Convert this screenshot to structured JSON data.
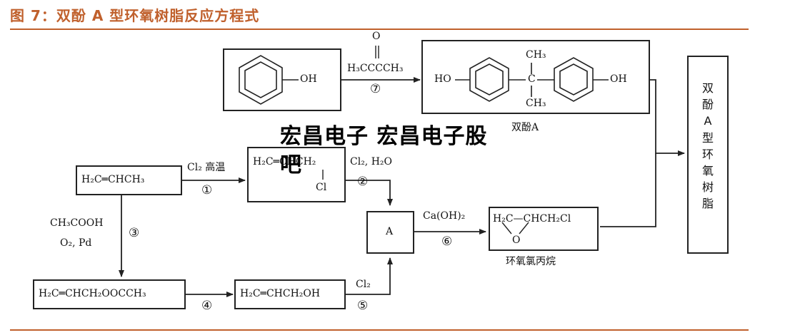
{
  "figure": {
    "title": "图 7：双酚 A 型环氧树脂反应方程式"
  },
  "compounds": {
    "phenol_oh": "OH",
    "acetone_o": "O",
    "acetone_formula": "H₃CCCCH₃",
    "bpa_ch3_top": "CH₃",
    "bpa_ch3_bottom": "CH₃",
    "bpa_c": "C",
    "bpa_ho": "HO",
    "bpa_oh": "OH",
    "bpa_name": "双酚A",
    "propene": "H₂C═CHCH₃",
    "allyl_chloride_top": "H₂C═CHCH₂",
    "allyl_chloride_cl": "Cl",
    "reagent_a": "A",
    "epichlorohydrin": "H₂C—CHCH₂Cl",
    "epoxide_o": "O",
    "epichlorohydrin_name": "环氧氯丙烷",
    "allyl_acetate": "H₂C═CHCH₂OOCCH₃",
    "allyl_alcohol": "H₂C═CHCH₂OH",
    "product": "双酚A型环氧树脂"
  },
  "reactions": {
    "r1_reagent": "Cl₂ 高温",
    "r1_num": "①",
    "r2_reagent": "Cl₂, H₂O",
    "r2_num": "②",
    "r3_reagent_1": "CH₃COOH",
    "r3_reagent_2": "O₂, Pd",
    "r3_num": "③",
    "r4_num": "④",
    "r5_reagent": "Cl₂",
    "r5_num": "⑤",
    "r6_reagent": "Ca(OH)₂",
    "r6_num": "⑥",
    "r7_num": "⑦"
  },
  "watermark": {
    "line1": "宏昌电子 宏昌电子股",
    "line2": "吧"
  }
}
